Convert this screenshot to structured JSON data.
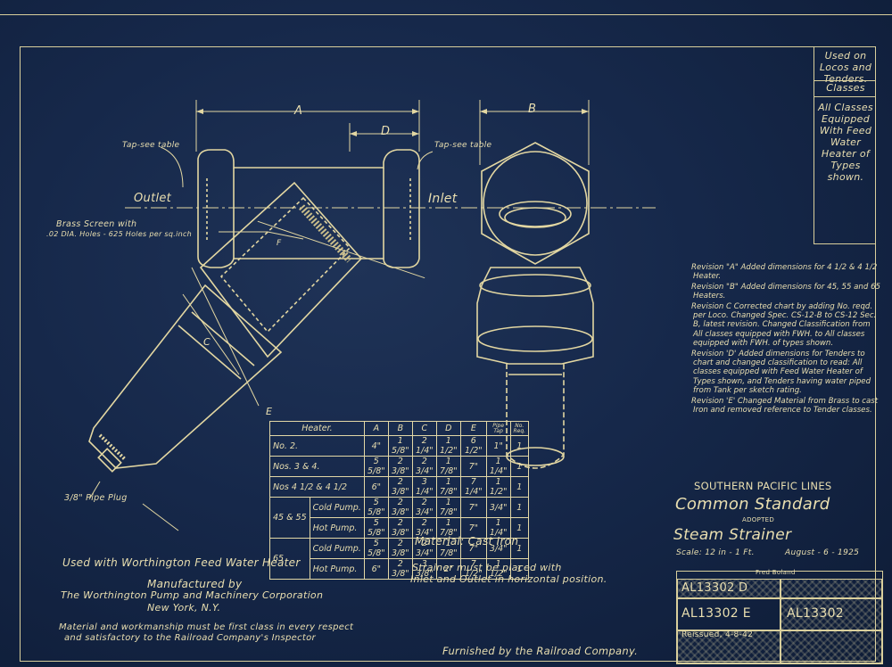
{
  "drawing": {
    "dims": {
      "a": "A",
      "b": "B",
      "c": "C",
      "d": "D",
      "e": "E",
      "f": "F"
    },
    "labels": {
      "tap_left": "Tap-see table",
      "tap_right": "Tap-see table",
      "outlet": "Outlet",
      "inlet": "Inlet",
      "brass_screen_1": "Brass Screen with",
      "brass_screen_2": ".02 DIA. Holes - 625 Holes per sq.inch",
      "pipe_plug": "3/8\" Pipe Plug",
      "material": "Material: Cast Iron"
    }
  },
  "sidebox": {
    "used_on": "Used on Locos and Tenders.",
    "classes_title": "Classes",
    "classes_text": "All Classes Equipped With Feed Water Heater of Types shown."
  },
  "table": {
    "headers": [
      "Heater.",
      "A",
      "B",
      "C",
      "D",
      "E",
      "Pipe Tap",
      "No. Req."
    ],
    "rows": [
      {
        "heater": "No. 2.",
        "sub": "",
        "a": "4\"",
        "b": "1 5/8\"",
        "c": "2 1/4\"",
        "d": "1 1/2\"",
        "e": "6 1/2\"",
        "tap": "1\"",
        "req": "1"
      },
      {
        "heater": "Nos. 3 & 4.",
        "sub": "",
        "a": "5 5/8\"",
        "b": "2 3/8\"",
        "c": "2 3/4\"",
        "d": "1 7/8\"",
        "e": "7\"",
        "tap": "1 1/4\"",
        "req": "1"
      },
      {
        "heater": "Nos 4 1/2 & 4 1/2",
        "sub": "",
        "a": "6\"",
        "b": "2 3/8\"",
        "c": "3 1/4\"",
        "d": "1 7/8\"",
        "e": "7 1/4\"",
        "tap": "1 1/2\"",
        "req": "1"
      },
      {
        "heater": "45 & 55",
        "sub": "Cold Pump.",
        "a": "5 5/8\"",
        "b": "2 3/8\"",
        "c": "2 3/4\"",
        "d": "1 7/8\"",
        "e": "7\"",
        "tap": "3/4\"",
        "req": "1"
      },
      {
        "heater": "",
        "sub": "Hot Pump.",
        "a": "5 5/8\"",
        "b": "2 3/8\"",
        "c": "2 3/4\"",
        "d": "1 7/8\"",
        "e": "7\"",
        "tap": "1 1/4\"",
        "req": "1"
      },
      {
        "heater": "65",
        "sub": "Cold Pump.",
        "a": "5 5/8\"",
        "b": "2 3/8\"",
        "c": "2 3/4\"",
        "d": "1 7/8\"",
        "e": "7\"",
        "tap": "3/4\"",
        "req": "1"
      },
      {
        "heater": "",
        "sub": "Hot Pump.",
        "a": "6\"",
        "b": "2 3/8\"",
        "c": "3 3/8\"",
        "d": "2\"",
        "e": "7 1/2\"",
        "tap": "1 1/2\"",
        "req": "1"
      }
    ]
  },
  "revisions": [
    "Revision \"A\" Added dimensions for 4 1/2 & 4 1/2 Heater.",
    "Revision \"B\" Added dimensions for 45, 55 and 65 Heaters.",
    "Revision C Corrected chart by adding No. reqd. per Loco. Changed Spec. CS-12-B to CS-12 Sec. B, latest revision. Changed Classification from All classes equipped with FWH. to All classes equipped with FWH. of types shown.",
    "Revision 'D' Added dimensions for Tenders to chart and changed classification to read: All classes equipped with Feed Water Heater of Types shown, and Tenders having water piped from Tank per sketch rating.",
    "Revision 'E' Changed Material from Brass to cast Iron and removed reference to Tender classes."
  ],
  "notes": {
    "used_with": "Used with Worthington Feed Water Heater",
    "manufactured_by": "Manufactured by",
    "manufacturer": "The Worthington Pump and Machinery Corporation",
    "city": "New York, N.Y.",
    "material_line_1": "Material and workmanship must be first class in every respect",
    "material_line_2": "and satisfactory to the Railroad Company's Inspector",
    "strainer_line_1": "Strainer must be placed with",
    "strainer_line_2": "Inlet and Outlet in horizontal position.",
    "furnished": "Furnished by the Railroad Company."
  },
  "title_block": {
    "company": "SOUTHERN PACIFIC LINES",
    "standard": "Common Standard",
    "adopted": "ADOPTED",
    "name": "Steam Strainer",
    "scale": "Scale: 12 in - 1 Ft.",
    "date": "August - 6 - 1925",
    "signer": "Fred Boland",
    "drawing_no_1": "AL13302 D",
    "drawing_no_2": "AL13302 E",
    "drawing_no_3": "AL13302",
    "reissued": "Reissued, 4-8-42"
  }
}
